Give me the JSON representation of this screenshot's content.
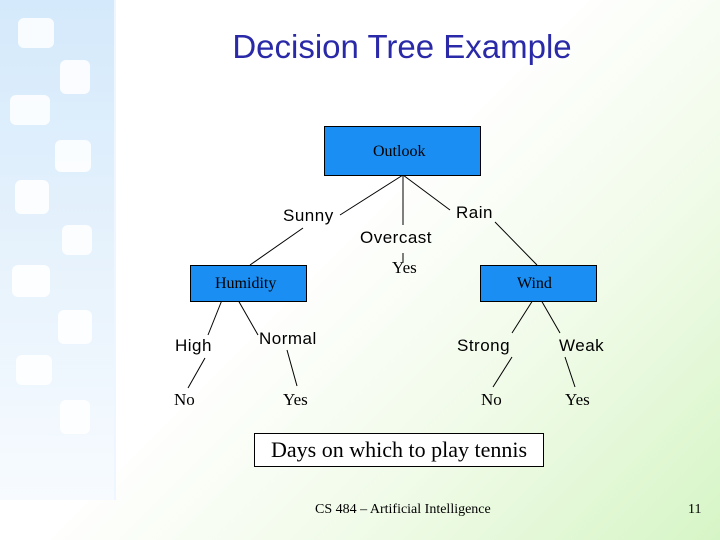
{
  "slide": {
    "title": "Decision Tree Example",
    "footer_course": "CS 484 – Artificial Intelligence",
    "page_number": "11"
  },
  "tree": {
    "root": "Outlook",
    "outlook_branches": {
      "sunny": "Sunny",
      "overcast": "Overcast",
      "rain": "Rain"
    },
    "overcast_leaf": "Yes",
    "humidity_node": "Humidity",
    "humidity_branches": {
      "high": "High",
      "normal": "Normal"
    },
    "humidity_leaves": {
      "high": "No",
      "normal": "Yes"
    },
    "wind_node": "Wind",
    "wind_branches": {
      "strong": "Strong",
      "weak": "Weak"
    },
    "wind_leaves": {
      "strong": "No",
      "weak": "Yes"
    }
  },
  "caption": "Days on which to play tennis",
  "colors": {
    "node_fill": "#1a8ef2",
    "title": "#2a2aa8"
  }
}
